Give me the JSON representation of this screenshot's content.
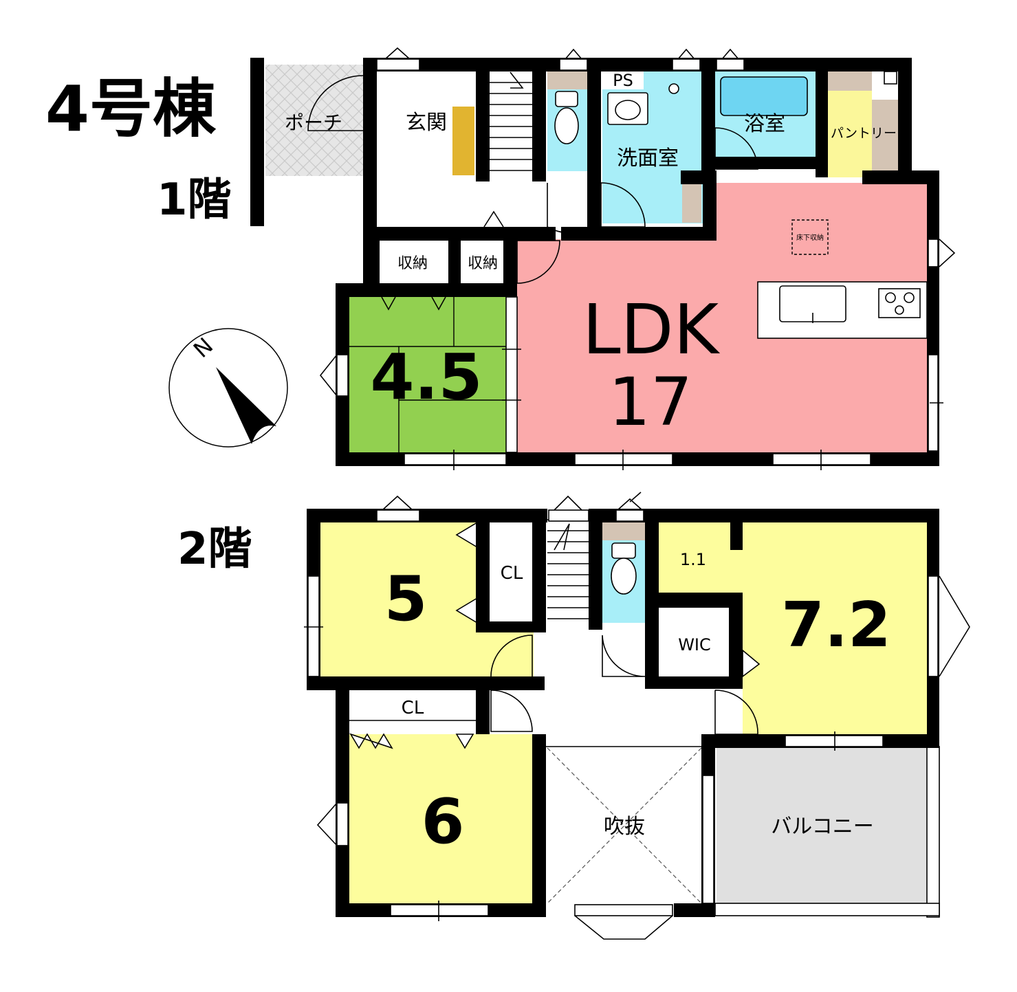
{
  "building": {
    "title": "4号棟"
  },
  "floors": {
    "first": {
      "label": "1階"
    },
    "second": {
      "label": "2階"
    }
  },
  "compass": {
    "letter": "N"
  },
  "rooms_1f": {
    "porch": "ポーチ",
    "entrance": "玄関",
    "ps": "PS",
    "bath": "浴室",
    "washroom": "洗面室",
    "pantry": "パントリー",
    "underfloor_storage": "床下収納",
    "storage_1": "収納",
    "storage_2": "収納",
    "ldk_label": "LDK",
    "ldk_size": "17",
    "japanese_room_size": "4.5"
  },
  "rooms_2f": {
    "room_5_size": "5",
    "closet_5": "CL",
    "room_6_size": "6",
    "closet_6": "CL",
    "room_72_size": "7.2",
    "small_space_size": "1.1",
    "wic": "WIC",
    "atrium": "吹抜",
    "balcony": "バルコニー"
  },
  "colors": {
    "ldk": "#fbaaab",
    "japanese_room": "#92d050",
    "wet_area": "#a8eef8",
    "pantry": "#fbf79a",
    "bedroom": "#fdfd9d",
    "balcony": "#e0e0e0",
    "porch": "#e3e3e3",
    "shelf": "#d4c4b4",
    "entrance_shelf": "#e1b430"
  }
}
